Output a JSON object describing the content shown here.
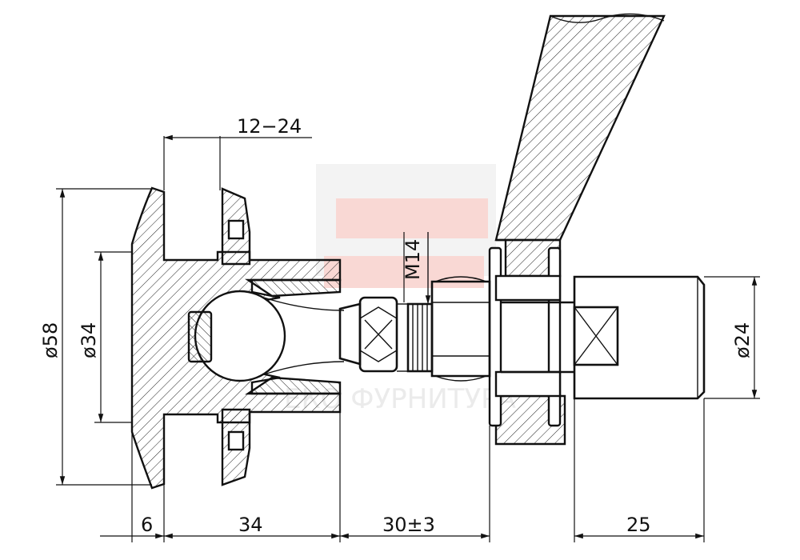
{
  "dimensions": {
    "top_span": "12−24",
    "overall_diameter": "ø58",
    "inner_diameter": "ø34",
    "thread": "M14",
    "right_diameter": "ø24",
    "flange_thickness": "6",
    "body_length": "34",
    "gap": "30±3",
    "end_length": "25"
  },
  "watermark": {
    "text": "ЕКО ФУРНИТУРА",
    "colors": [
      "#f6c9c6",
      "#e6e6e6"
    ]
  },
  "colors": {
    "line": "#111111",
    "background": "#ffffff"
  }
}
